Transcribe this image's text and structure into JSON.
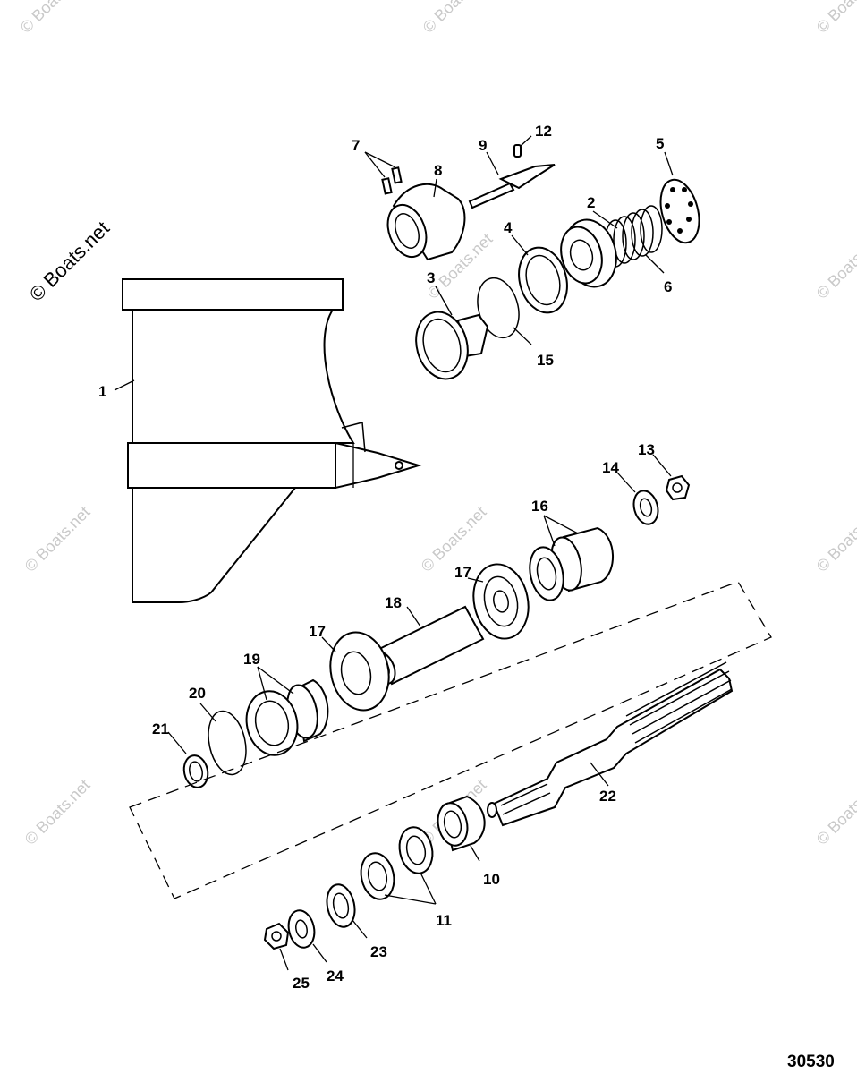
{
  "watermark": {
    "main": "© Boats.net",
    "tile": "© Boats.net"
  },
  "figure_number": "30530",
  "callouts": {
    "c1": "1",
    "c2": "2",
    "c3": "3",
    "c4": "4",
    "c5": "5",
    "c6": "6",
    "c7": "7",
    "c8": "8",
    "c9": "9",
    "c10": "10",
    "c11": "11",
    "c12": "12",
    "c13": "13",
    "c14": "14",
    "c15": "15",
    "c16": "16",
    "c17a": "17",
    "c17b": "17",
    "c18": "18",
    "c19": "19",
    "c20": "20",
    "c21": "21",
    "c22": "22",
    "c23": "23",
    "c24": "24",
    "c25": "25"
  }
}
